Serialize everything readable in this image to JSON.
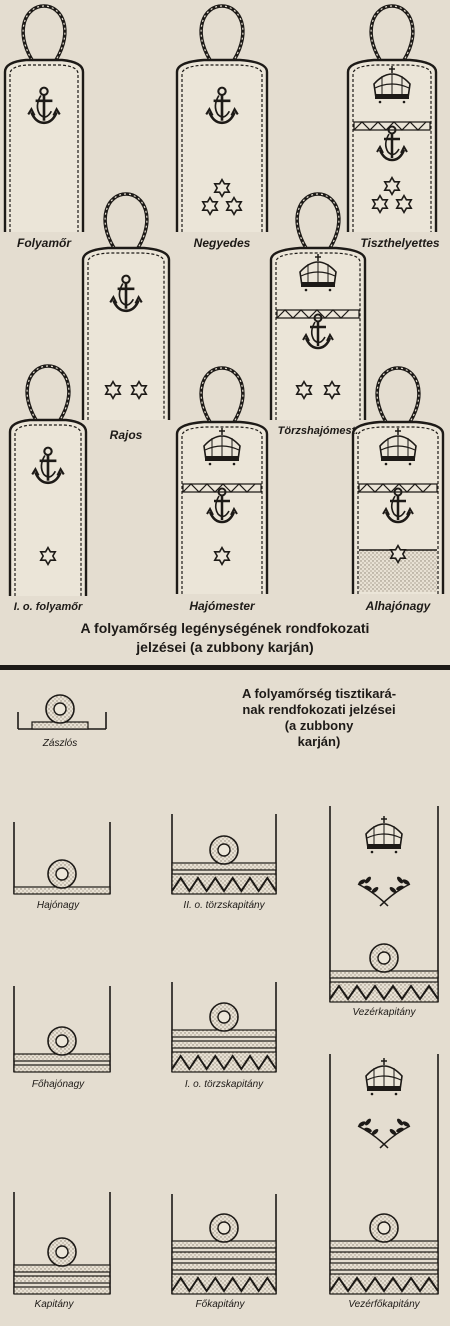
{
  "enlisted": {
    "ranks": [
      "Folyamőr",
      "Negyedes",
      "Tiszthelyettes",
      "Rajos",
      "Törzshajómest.",
      "I. o. folyamőr",
      "Hajómester",
      "Alhajónagy"
    ],
    "caption_line1": "A folyamőrség legénységének rondfokozati",
    "caption_line2": "jelzései (a zubbony karján)"
  },
  "officers": {
    "title_line1": "A folyamőrség tisztikará-",
    "title_line2": "nak rendfokozati jelzései",
    "title_line3": "(a zubbony",
    "title_line4": "karján)",
    "ranks": [
      "Zászlós",
      "Hajónagy",
      "II. o. törzskapitány",
      "Vezérkapitány",
      "Főhajónagy",
      "I. o. törzskapitány",
      "Kapitány",
      "Főkapitány",
      "Vezérfőkapitány"
    ]
  },
  "colors": {
    "paper": "#e4ddd0",
    "ink": "#1d1a17",
    "stipple": "#b5aa97"
  },
  "icons": [
    "anchor-icon",
    "crown-icon",
    "star-icon",
    "laurel-icon",
    "button-loop-icon"
  ]
}
